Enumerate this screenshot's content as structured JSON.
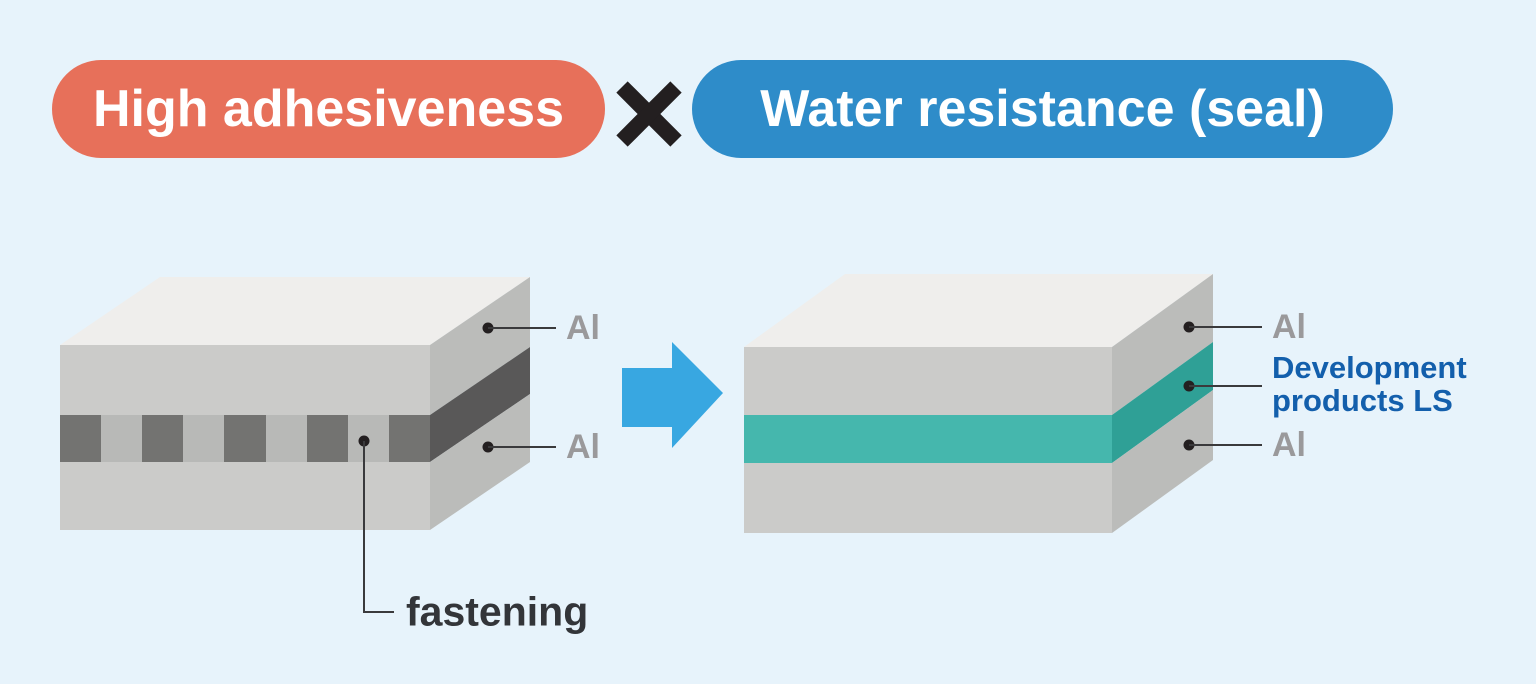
{
  "header": {
    "left_badge": {
      "label": "High adhesiveness",
      "color": "#E7705A"
    },
    "multiply_icon": "✕",
    "right_badge": {
      "label": "Water resistance (seal)",
      "color": "#2E8CC9"
    }
  },
  "before_diagram": {
    "labels": {
      "top_layer": "Al",
      "middle_layer": "fastening",
      "bottom_layer": "Al"
    }
  },
  "after_diagram": {
    "labels": {
      "top_layer": "Al",
      "middle_layer_line1": "Development",
      "middle_layer_line2": "products LS",
      "bottom_layer": "Al"
    }
  },
  "colors": {
    "background": "#E7F3FB",
    "multiply": "#231F20",
    "arrow": "#38A7E1",
    "box_top": "#EFEEEC",
    "box_front": "#CBCBC9",
    "box_side": "#BBBCBA",
    "fastening_dark_front": "#737371",
    "fastening_dark_side": "#595858",
    "fastening_light": "#B8B9B7",
    "teal_front": "#45B7AD",
    "teal_side": "#2FA096",
    "leader_line": "#3A3A3C",
    "leader_dot": "#231F20",
    "label_gray": "#9A999B",
    "label_blue": "#135FAC",
    "label_dark": "#333539"
  }
}
